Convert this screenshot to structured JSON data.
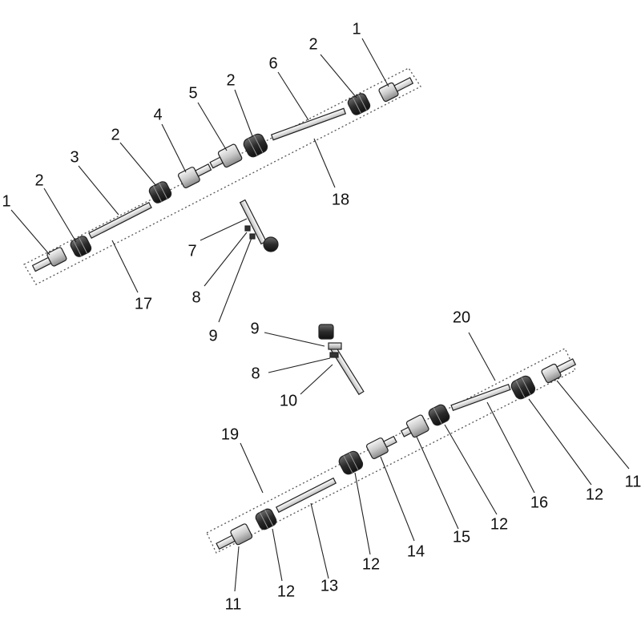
{
  "diagram": {
    "labels": [
      {
        "id": "l1a",
        "text": "1"
      },
      {
        "id": "l2a",
        "text": "2"
      },
      {
        "id": "l3",
        "text": "3"
      },
      {
        "id": "l2b",
        "text": "2"
      },
      {
        "id": "l4",
        "text": "4"
      },
      {
        "id": "l5",
        "text": "5"
      },
      {
        "id": "l2c",
        "text": "2"
      },
      {
        "id": "l6",
        "text": "6"
      },
      {
        "id": "l2d",
        "text": "2"
      },
      {
        "id": "l1b",
        "text": "1"
      },
      {
        "id": "l18",
        "text": "18"
      },
      {
        "id": "l17",
        "text": "17"
      },
      {
        "id": "l7",
        "text": "7"
      },
      {
        "id": "l8a",
        "text": "8"
      },
      {
        "id": "l9a",
        "text": "9"
      },
      {
        "id": "l9b",
        "text": "9"
      },
      {
        "id": "l8b",
        "text": "8"
      },
      {
        "id": "l10",
        "text": "10"
      },
      {
        "id": "l20",
        "text": "20"
      },
      {
        "id": "l19",
        "text": "19"
      },
      {
        "id": "l11a",
        "text": "11"
      },
      {
        "id": "l12a",
        "text": "12"
      },
      {
        "id": "l13",
        "text": "13"
      },
      {
        "id": "l12b",
        "text": "12"
      },
      {
        "id": "l14",
        "text": "14"
      },
      {
        "id": "l15",
        "text": "15"
      },
      {
        "id": "l12c",
        "text": "12"
      },
      {
        "id": "l16",
        "text": "16"
      },
      {
        "id": "l12d",
        "text": "12"
      },
      {
        "id": "l11b",
        "text": "11"
      }
    ]
  }
}
